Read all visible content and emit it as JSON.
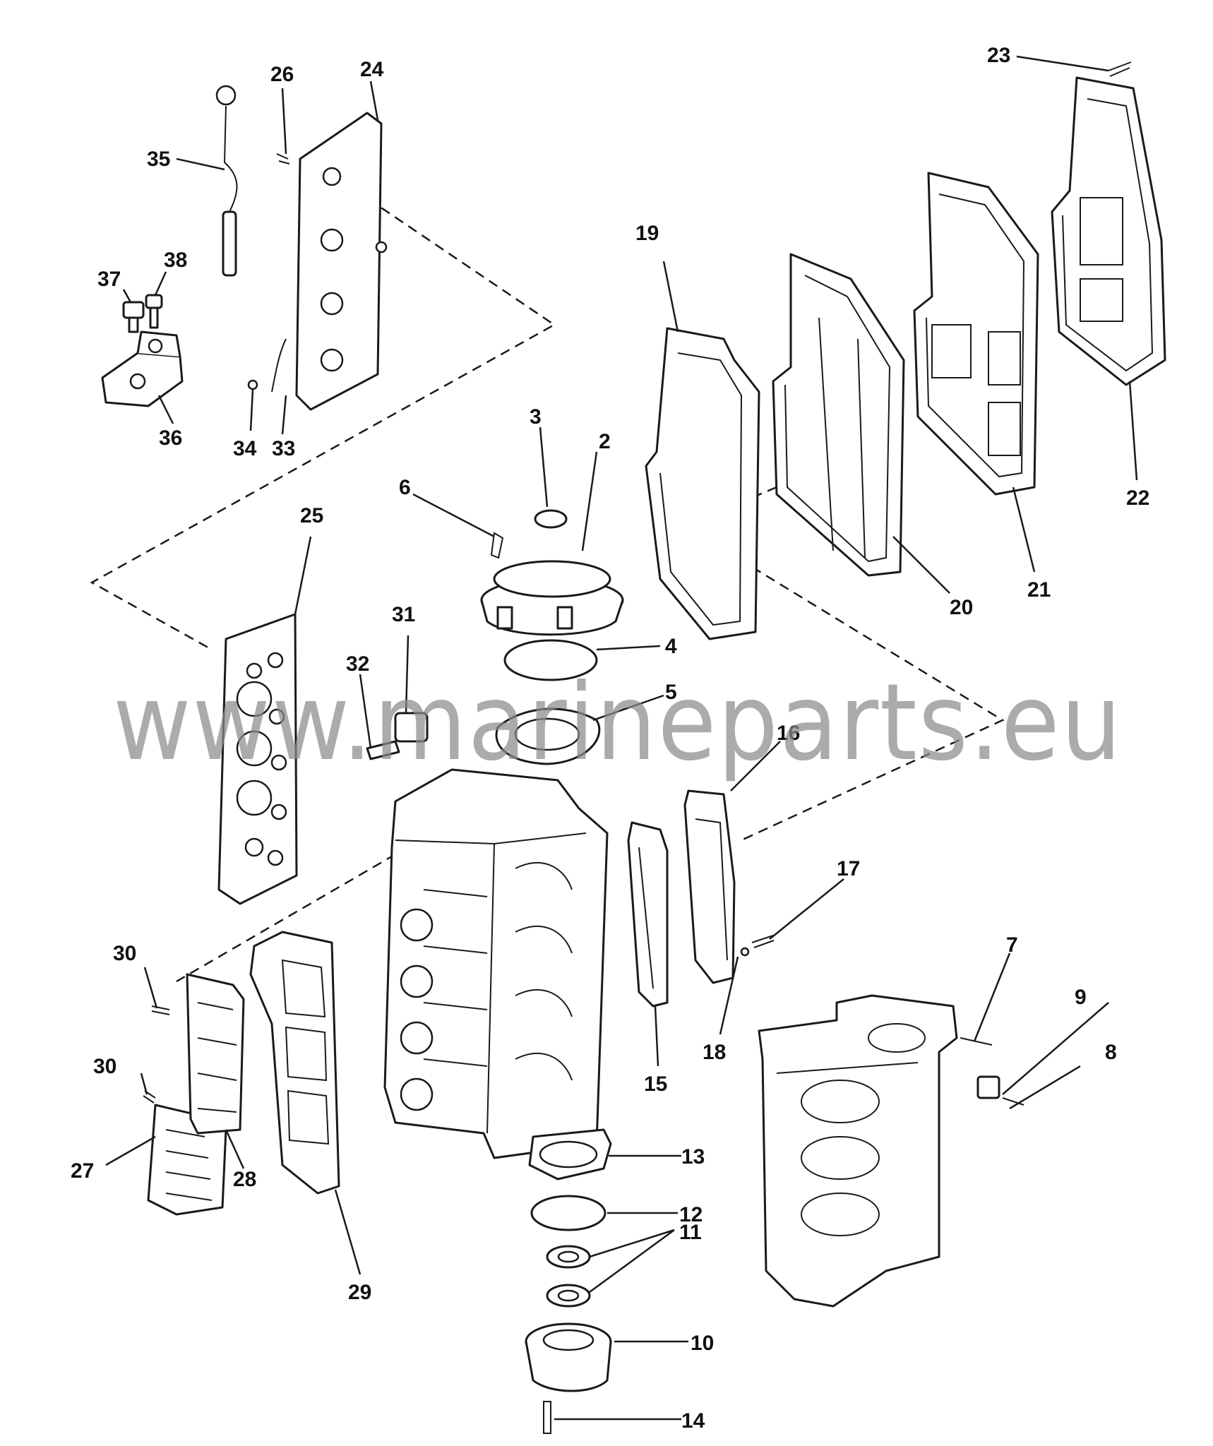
{
  "watermark": "www.marineparts.eu",
  "callouts": [
    "2",
    "3",
    "4",
    "5",
    "6",
    "7",
    "8",
    "9",
    "10",
    "11",
    "12",
    "13",
    "14",
    "15",
    "16",
    "17",
    "18",
    "19",
    "20",
    "21",
    "22",
    "23",
    "24",
    "25",
    "26",
    "27",
    "28",
    "29",
    "30",
    "30",
    "31",
    "32",
    "33",
    "34",
    "35",
    "36",
    "37",
    "38"
  ],
  "colors": {
    "ink": "#1a1a1a",
    "paper": "#ffffff",
    "watermark": "#8a8a8a"
  }
}
